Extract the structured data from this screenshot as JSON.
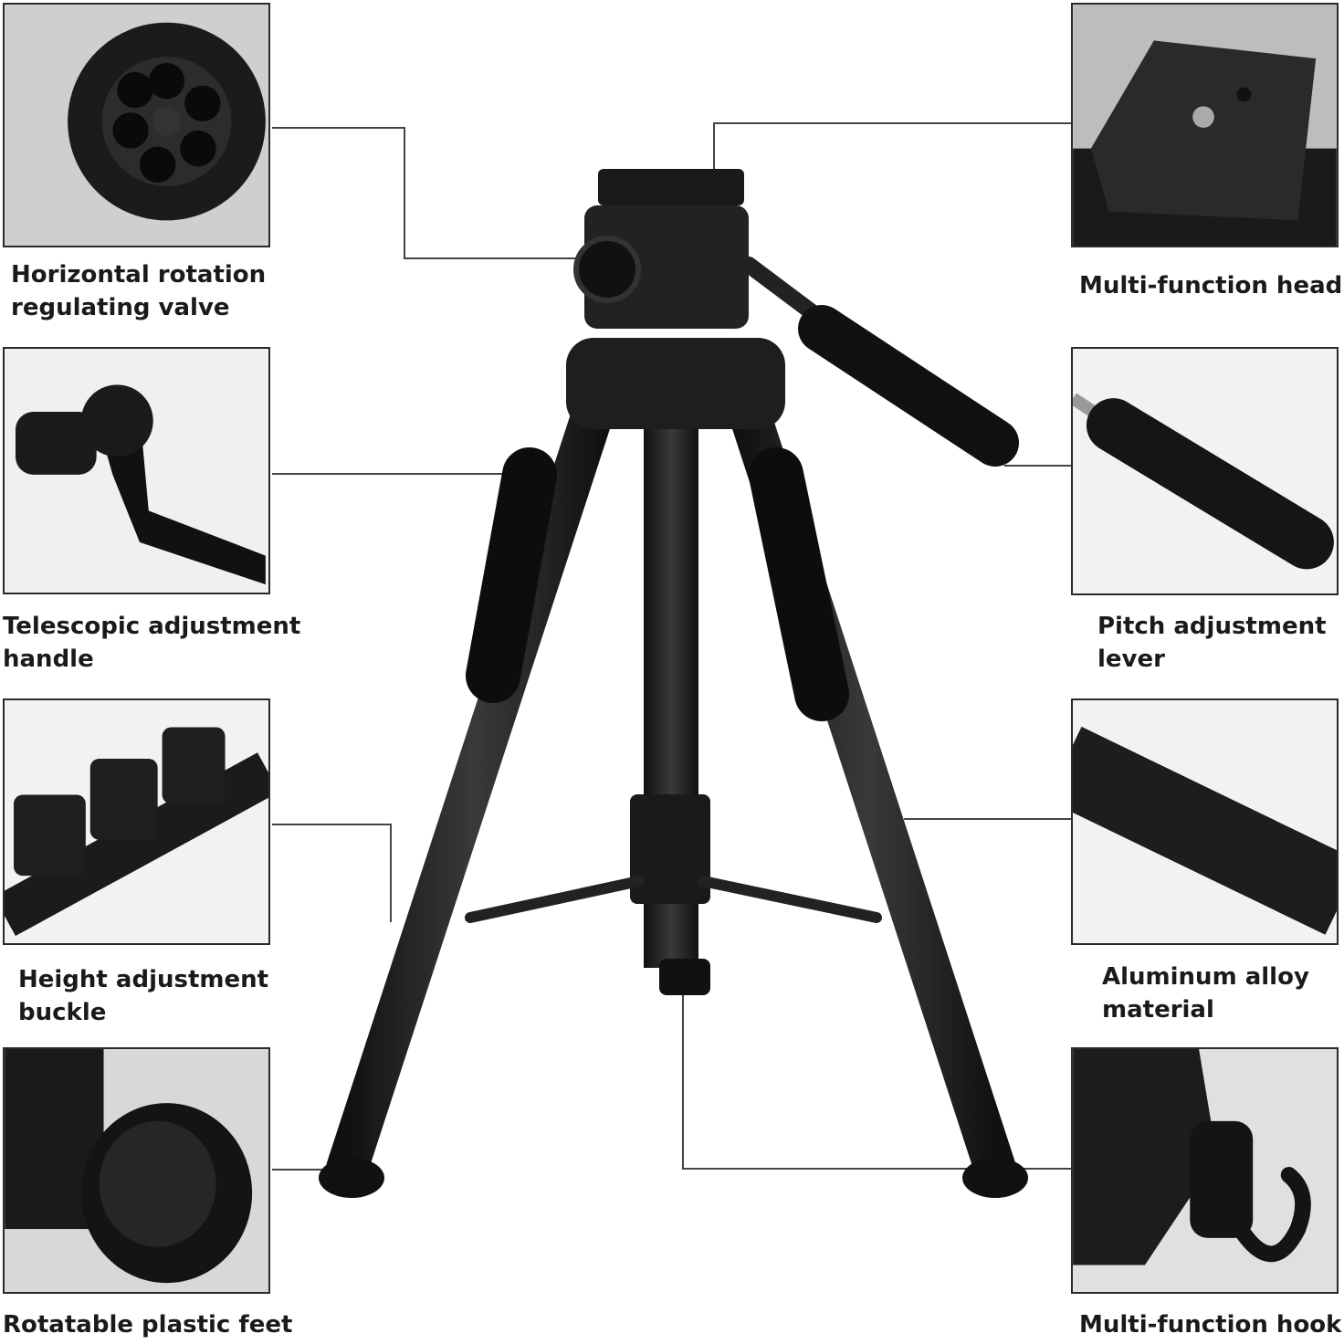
{
  "features": {
    "left": [
      {
        "label": "Horizontal rotation\nregulating valve",
        "icon": "rotation-valve"
      },
      {
        "label": "Telescopic adjustment\nhandle",
        "icon": "crank-handle"
      },
      {
        "label": "Height adjustment\nbuckle",
        "icon": "leg-buckles"
      },
      {
        "label": "Rotatable plastic feet",
        "icon": "rubber-foot"
      }
    ],
    "right": [
      {
        "label": "Multi-function head",
        "icon": "quick-release-plate"
      },
      {
        "label": "Pitch adjustment\nlever",
        "icon": "pan-handle"
      },
      {
        "label": "Aluminum alloy\nmaterial",
        "icon": "aluminum-tube"
      },
      {
        "label": "Multi-function hook",
        "icon": "center-hook"
      }
    ]
  },
  "colors": {
    "product": "#1c1c1c",
    "panel_bg": "#e9e9e9",
    "line": "#444444"
  }
}
